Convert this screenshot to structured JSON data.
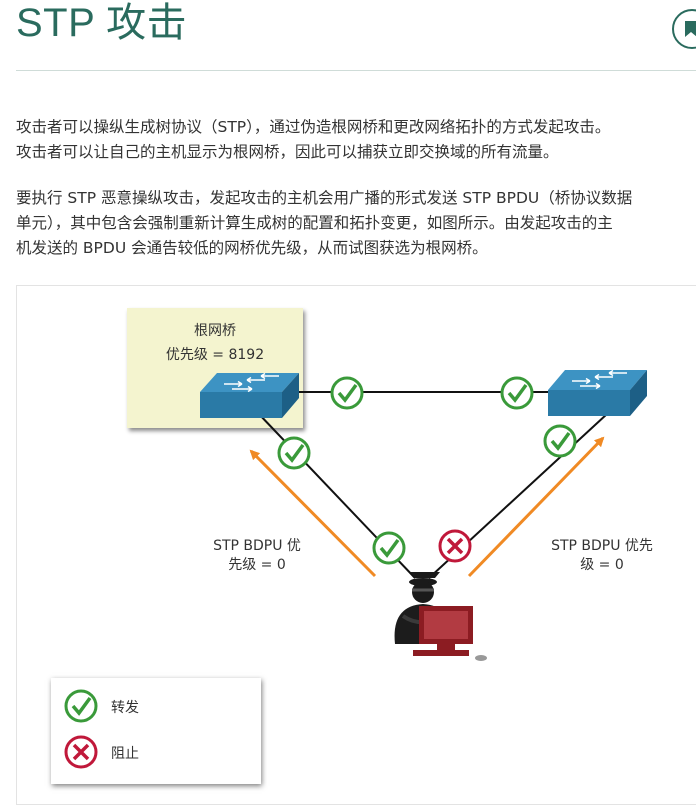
{
  "page": {
    "title": "STP 攻击"
  },
  "paragraphs": {
    "p1": [
      "攻击者可以操纵生成树协议（STP），通过伪造根网桥和更改网络拓扑的方式发起攻击。",
      "攻击者可以让自己的主机显示为根网桥，因此可以捕获立即交换域的所有流量。"
    ],
    "p2": [
      "要执行 STP 恶意操纵攻击，发起攻击的主机会用广播的形式发送 STP BPDU（桥协议数据",
      "单元），其中包含会强制重新计算生成树的配置和拓扑变更，如图所示。由发起攻击的主",
      "机发送的 BPDU 会通告较低的网桥优先级，从而试图获选为根网桥。"
    ]
  },
  "figure": {
    "root_bridge_title": "根网桥",
    "root_bridge_priority": "优先级 = 8192",
    "left_label": [
      "STP BDPU 优",
      "先级 = 0"
    ],
    "right_label": [
      "STP BDPU 优先",
      "级 = 0"
    ],
    "legend": {
      "forward_label": "转发",
      "block_label": "阻止"
    },
    "colors": {
      "forward": "#3a9a3a",
      "block": "#c0183a",
      "arrow": "#f08a24",
      "switch": "#2a7aa6",
      "root_box": "#f4f4cf"
    },
    "icons": [
      "check-circle-icon",
      "x-circle-icon",
      "switch-icon",
      "hacker-icon",
      "bookmark-icon"
    ]
  }
}
